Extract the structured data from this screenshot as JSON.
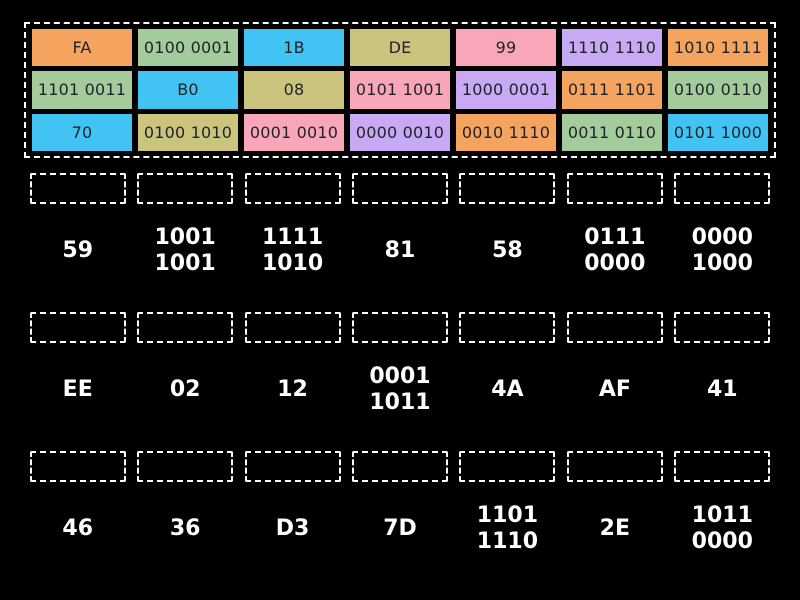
{
  "palette": {
    "orange": "#F4A45E",
    "green": "#A4CB9C",
    "blue": "#41C3F4",
    "khaki": "#CBC47D",
    "pink": "#F9A6B9",
    "purple": "#C7A9F4",
    "background": "#000000",
    "tile_text": "#1F2228",
    "label_text": "#FFFFFF"
  },
  "board": {
    "tiles": [
      {
        "text": "FA",
        "color": "orange"
      },
      {
        "text": "0100 0001",
        "color": "green"
      },
      {
        "text": "1B",
        "color": "blue"
      },
      {
        "text": "DE",
        "color": "khaki"
      },
      {
        "text": "99",
        "color": "pink"
      },
      {
        "text": "1110 1110",
        "color": "purple"
      },
      {
        "text": "1010 1111",
        "color": "orange"
      },
      {
        "text": "1101 0011",
        "color": "green"
      },
      {
        "text": "B0",
        "color": "blue"
      },
      {
        "text": "08",
        "color": "khaki"
      },
      {
        "text": "0101 1001",
        "color": "pink"
      },
      {
        "text": "1000 0001",
        "color": "purple"
      },
      {
        "text": "0111 1101",
        "color": "orange"
      },
      {
        "text": "0100 0110",
        "color": "green"
      },
      {
        "text": "70",
        "color": "blue"
      },
      {
        "text": "0100 1010",
        "color": "khaki"
      },
      {
        "text": "0001 0010",
        "color": "pink"
      },
      {
        "text": "0000 0010",
        "color": "purple"
      },
      {
        "text": "0010 1110",
        "color": "orange"
      },
      {
        "text": "0011 0110",
        "color": "green"
      },
      {
        "text": "0101 1000",
        "color": "blue"
      }
    ]
  },
  "answer_groups": [
    {
      "labels": [
        "59",
        "1001 1001",
        "1111 1010",
        "81",
        "58",
        "0111 0000",
        "0000 1000"
      ]
    },
    {
      "labels": [
        "EE",
        "02",
        "12",
        "0001 1011",
        "4A",
        "AF",
        "41"
      ]
    },
    {
      "labels": [
        "46",
        "36",
        "D3",
        "7D",
        "1101 1110",
        "2E",
        "1011 0000"
      ]
    }
  ]
}
